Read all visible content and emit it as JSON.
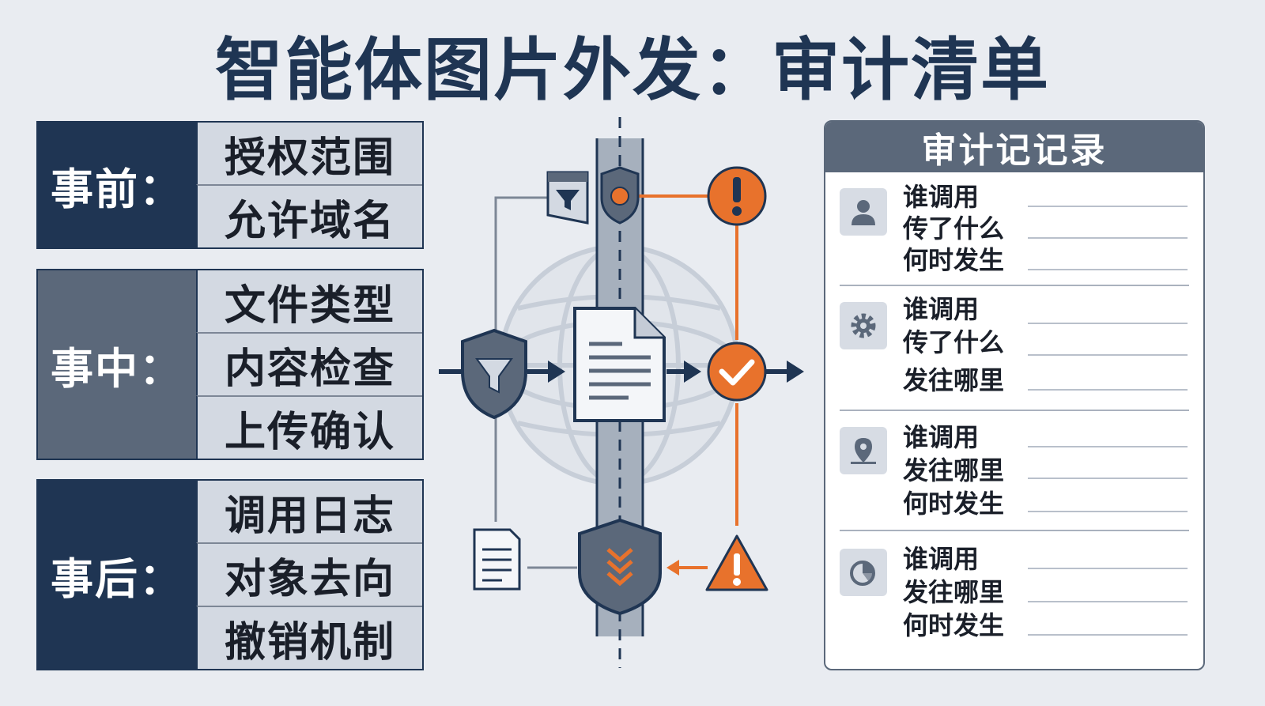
{
  "title": "智能体图片外发：审计清单",
  "phases": [
    {
      "label": "事前：",
      "items": [
        "授权范围",
        "允许域名"
      ]
    },
    {
      "label": "事中：",
      "items": [
        "文件类型",
        "内容检查",
        "上传确认"
      ]
    },
    {
      "label": "事后：",
      "items": [
        "调用日志",
        "对象去向",
        "撤销机制"
      ]
    }
  ],
  "audit": {
    "title": "审计记记录",
    "records": [
      {
        "icon": "user-icon",
        "lines": [
          "谁调用",
          "传了什么",
          "何时发生"
        ]
      },
      {
        "icon": "gear-icon",
        "lines": [
          "谁调用",
          "传了什么",
          "发往哪里"
        ]
      },
      {
        "icon": "location-icon",
        "lines": [
          "谁调用",
          "发往哪里",
          "何时发生"
        ]
      },
      {
        "icon": "pie-chart-icon",
        "lines": [
          "谁调用",
          "发往哪里",
          "何时发生"
        ]
      }
    ]
  },
  "colors": {
    "navy": "#1f3553",
    "slate": "#5b687a",
    "orange": "#e8722c",
    "cell": "#d3d9e2",
    "background": "#e9ecf1"
  }
}
